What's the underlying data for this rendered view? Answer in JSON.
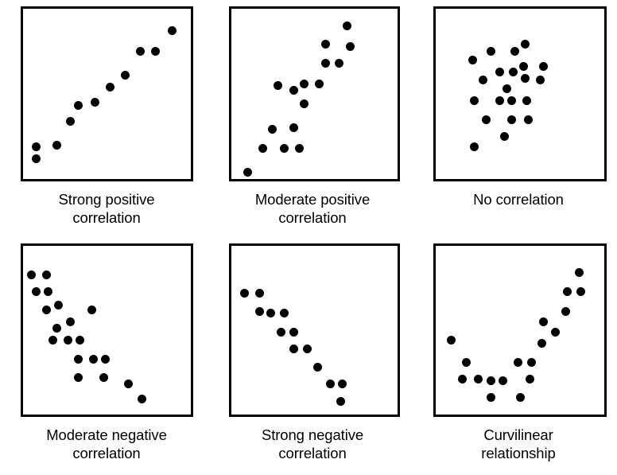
{
  "figure": {
    "title": "Scatterplots illustrating types of correlation",
    "dot_color": "#000000",
    "border_color": "#000000",
    "background_color": "#ffffff"
  },
  "chart_data": [
    {
      "type": "scatter",
      "title": "Strong positive\ncorrelation",
      "xlabel": "",
      "ylabel": "",
      "xlim": [
        0,
        100
      ],
      "ylim": [
        0,
        100
      ],
      "grid": false,
      "legend": "none",
      "points": [
        [
          8,
          12
        ],
        [
          8,
          19
        ],
        [
          20,
          20
        ],
        [
          28,
          34
        ],
        [
          33,
          43
        ],
        [
          43,
          45
        ],
        [
          52,
          54
        ],
        [
          61,
          61
        ],
        [
          70,
          75
        ],
        [
          79,
          75
        ],
        [
          89,
          87
        ]
      ]
    },
    {
      "type": "scatter",
      "title": "Moderate positive\ncorrelation",
      "xlabel": "",
      "ylabel": "",
      "xlim": [
        0,
        100
      ],
      "ylim": [
        0,
        100
      ],
      "grid": false,
      "legend": "none",
      "points": [
        [
          10,
          4
        ],
        [
          19,
          18
        ],
        [
          32,
          18
        ],
        [
          41,
          18
        ],
        [
          25,
          29
        ],
        [
          38,
          30
        ],
        [
          44,
          44
        ],
        [
          28,
          55
        ],
        [
          38,
          52
        ],
        [
          44,
          56
        ],
        [
          53,
          56
        ],
        [
          57,
          68
        ],
        [
          65,
          68
        ],
        [
          57,
          79
        ],
        [
          72,
          78
        ],
        [
          70,
          90
        ]
      ]
    },
    {
      "type": "scatter",
      "title": "No correlation",
      "xlabel": "",
      "ylabel": "",
      "xlim": [
        0,
        100
      ],
      "ylim": [
        0,
        100
      ],
      "grid": false,
      "legend": "none",
      "points": [
        [
          23,
          19
        ],
        [
          41,
          25
        ],
        [
          30,
          35
        ],
        [
          45,
          35
        ],
        [
          55,
          35
        ],
        [
          23,
          46
        ],
        [
          38,
          46
        ],
        [
          45,
          46
        ],
        [
          54,
          46
        ],
        [
          42,
          53
        ],
        [
          28,
          58
        ],
        [
          53,
          59
        ],
        [
          62,
          58
        ],
        [
          52,
          66
        ],
        [
          64,
          66
        ],
        [
          38,
          63
        ],
        [
          46,
          63
        ],
        [
          22,
          70
        ],
        [
          33,
          75
        ],
        [
          47,
          75
        ],
        [
          53,
          79
        ]
      ]
    },
    {
      "type": "scatter",
      "title": "Moderate negative\ncorrelation",
      "xlabel": "",
      "ylabel": "",
      "xlim": [
        0,
        100
      ],
      "ylim": [
        0,
        100
      ],
      "grid": false,
      "legend": "none",
      "points": [
        [
          5,
          83
        ],
        [
          14,
          83
        ],
        [
          8,
          73
        ],
        [
          15,
          73
        ],
        [
          14,
          62
        ],
        [
          21,
          65
        ],
        [
          41,
          62
        ],
        [
          28,
          55
        ],
        [
          20,
          51
        ],
        [
          18,
          44
        ],
        [
          27,
          44
        ],
        [
          34,
          44
        ],
        [
          33,
          33
        ],
        [
          42,
          33
        ],
        [
          49,
          33
        ],
        [
          33,
          22
        ],
        [
          48,
          22
        ],
        [
          63,
          18
        ],
        [
          71,
          9
        ]
      ]
    },
    {
      "type": "scatter",
      "title": "Strong negative\ncorrelation",
      "xlabel": "",
      "ylabel": "",
      "xlim": [
        0,
        100
      ],
      "ylim": [
        0,
        100
      ],
      "grid": false,
      "legend": "none",
      "points": [
        [
          8,
          72
        ],
        [
          17,
          72
        ],
        [
          17,
          61
        ],
        [
          24,
          60
        ],
        [
          32,
          60
        ],
        [
          30,
          49
        ],
        [
          38,
          49
        ],
        [
          38,
          39
        ],
        [
          46,
          39
        ],
        [
          52,
          28
        ],
        [
          60,
          18
        ],
        [
          67,
          18
        ],
        [
          66,
          8
        ]
      ]
    },
    {
      "type": "scatter",
      "title": "Curvilinear\nrelationship",
      "xlabel": "",
      "ylabel": "",
      "xlim": [
        0,
        100
      ],
      "ylim": [
        0,
        100
      ],
      "grid": false,
      "legend": "none",
      "points": [
        [
          9,
          44
        ],
        [
          18,
          31
        ],
        [
          16,
          21
        ],
        [
          25,
          21
        ],
        [
          33,
          20
        ],
        [
          40,
          20
        ],
        [
          33,
          10
        ],
        [
          50,
          10
        ],
        [
          49,
          31
        ],
        [
          57,
          31
        ],
        [
          56,
          21
        ],
        [
          63,
          42
        ],
        [
          64,
          55
        ],
        [
          71,
          49
        ],
        [
          77,
          61
        ],
        [
          78,
          73
        ],
        [
          86,
          73
        ],
        [
          85,
          84
        ]
      ]
    }
  ]
}
